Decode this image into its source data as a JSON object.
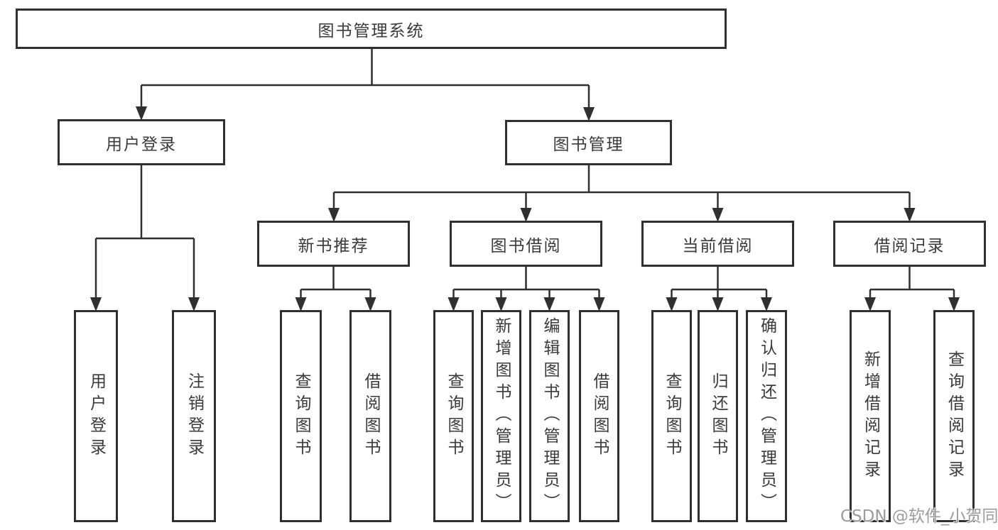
{
  "diagram": {
    "root": {
      "label": "图书管理系统"
    },
    "user_branch": {
      "label": "用户登录",
      "children": [
        {
          "label": "用户登录"
        },
        {
          "label": "注销登录"
        }
      ]
    },
    "book_branch": {
      "label": "图书管理",
      "groups": [
        {
          "label": "新书推荐",
          "children": [
            {
              "label": "查询图书"
            },
            {
              "label": "借阅图书"
            }
          ]
        },
        {
          "label": "图书借阅",
          "children": [
            {
              "label": "查询图书"
            },
            {
              "label": "新增图书（管理员）"
            },
            {
              "label": "编辑图书（管理员）"
            },
            {
              "label": "借阅图书"
            }
          ]
        },
        {
          "label": "当前借阅",
          "children": [
            {
              "label": "查询图书"
            },
            {
              "label": "归还图书"
            },
            {
              "label": "确认归还（管理员）"
            }
          ]
        },
        {
          "label": "借阅记录",
          "children": [
            {
              "label": "新增借阅记录"
            },
            {
              "label": "查询借阅记录"
            }
          ]
        }
      ]
    },
    "colors": {
      "line": "#303030",
      "text": "#3a3a3a",
      "watermark": "#9c9c9c",
      "background": "#ffffff"
    },
    "watermark": "CSDN @软件_小贺同学"
  }
}
